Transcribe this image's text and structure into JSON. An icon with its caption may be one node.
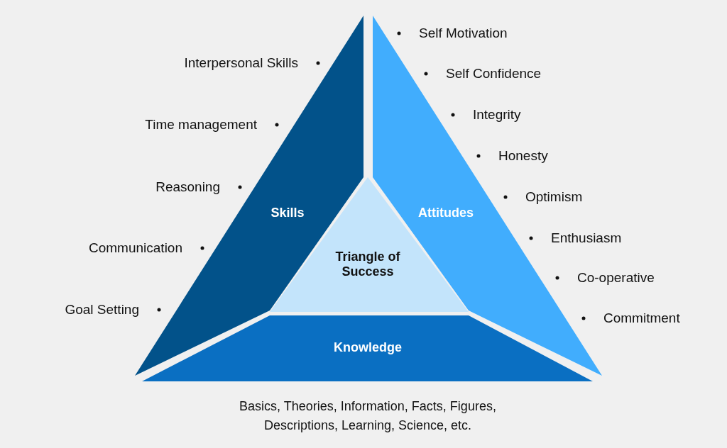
{
  "diagram": {
    "nodes": [
      {
        "text": [
          "Skills"
        ],
        "beside": [
          "Interpersonal Skills",
          "Time management",
          "Reasoning",
          "Communication",
          "Goal Setting"
        ]
      },
      {
        "text": [
          "Attitudes"
        ],
        "beside": [
          "Self Motivation",
          "Self Confidence",
          "Integrity",
          "Honesty",
          "Optimism",
          "Enthusiasm",
          "Co-operative",
          "Commitment"
        ]
      },
      {
        "text": [
          "Triangle of Success"
        ]
      },
      {
        "text": [
          "Knowledge"
        ],
        "beside": [
          "Basics, Theories, Information, Facts, Figures, Descriptions, Learning, Science, etc."
        ]
      }
    ],
    "edges": []
  }
}
